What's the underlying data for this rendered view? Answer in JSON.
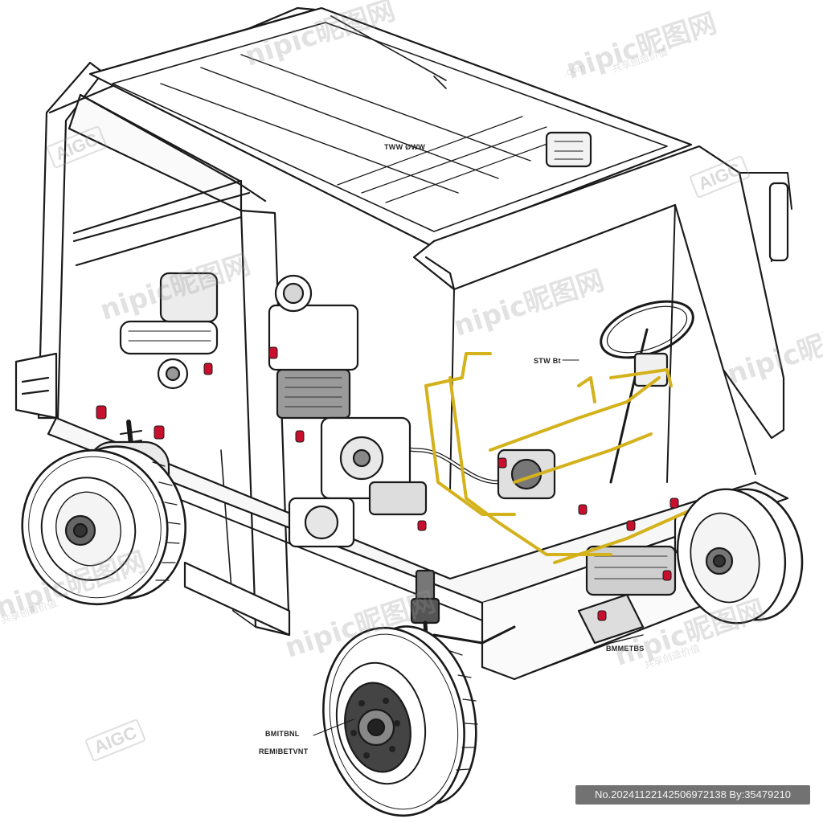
{
  "labels": {
    "roof": "TWW ØWW",
    "steer": "STW Bt",
    "front": "BMMETBS",
    "wheel_line1": "BMITBNL",
    "wheel_line2": "REMIBETVNT"
  },
  "watermark": {
    "brand": "nipic昵图网",
    "domain": ".com",
    "slogan": "共享创造价值",
    "aigc": "AIGC"
  },
  "image_id": "No.20241122142506972138 By:35479210",
  "colors": {
    "line": "#1a1a1a",
    "accent_yellow": "#d4b21c",
    "accent_red": "#c8102e",
    "engine_gray": "#8a8a8a"
  }
}
